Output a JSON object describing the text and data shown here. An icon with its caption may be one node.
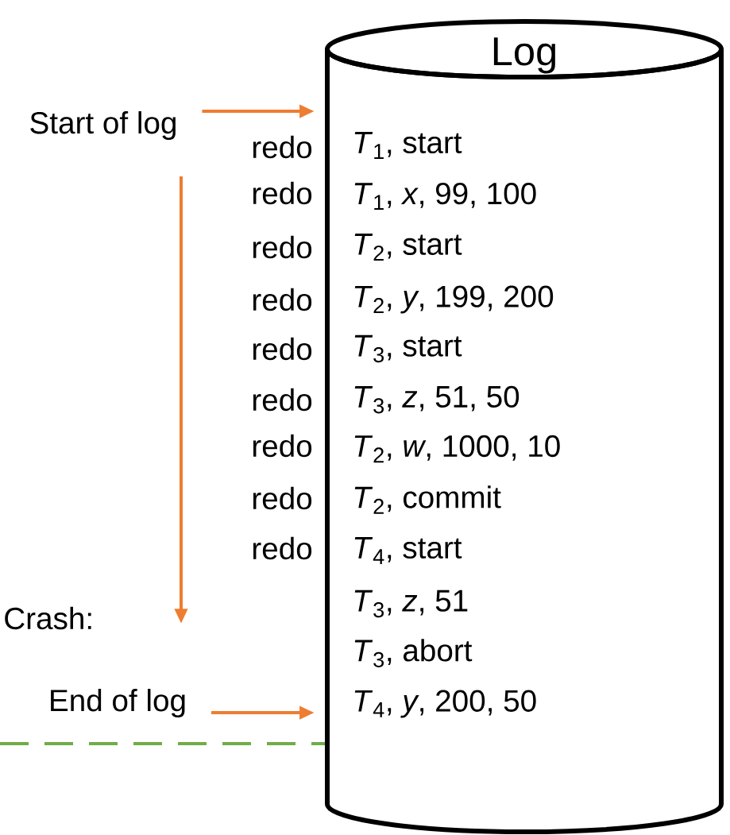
{
  "diagram": {
    "nodes": [
      {
        "text": [
          "Log"
        ]
      },
      {
        "text": [
          "Start of log"
        ]
      },
      {
        "text": [
          "End of log"
        ]
      }
    ],
    "edges": [
      {
        "from": 1,
        "to": 0,
        "arrow": "to",
        "color": "#ed7d31"
      },
      {
        "from": 2,
        "to": 0,
        "arrow": "to",
        "color": "#ed7d31"
      }
    ],
    "labels": [
      "redo",
      "*T*$_{1}$, start",
      "redo",
      "*T*$_{1}$, *x*, 99, 100",
      "redo",
      "*T*$_{2}$, start",
      "redo",
      "*T*$_{2}$, *y*, 199, 200",
      "redo",
      "*T*$_{3}$, start",
      "redo",
      "*T*$_{3}$, *z*, 51, 50",
      "redo",
      "*T*$_{2}$, *w*, 1000, 10",
      "redo",
      "*T*$_{2}$, commit",
      "redo",
      "*T*$_{4}$, start",
      "Crash:",
      "*T*$_{3}$, *z*, 51",
      "*T*$_{3}$, abort",
      "*T*$_{4}$, *y*, 200, 50"
    ]
  }
}
